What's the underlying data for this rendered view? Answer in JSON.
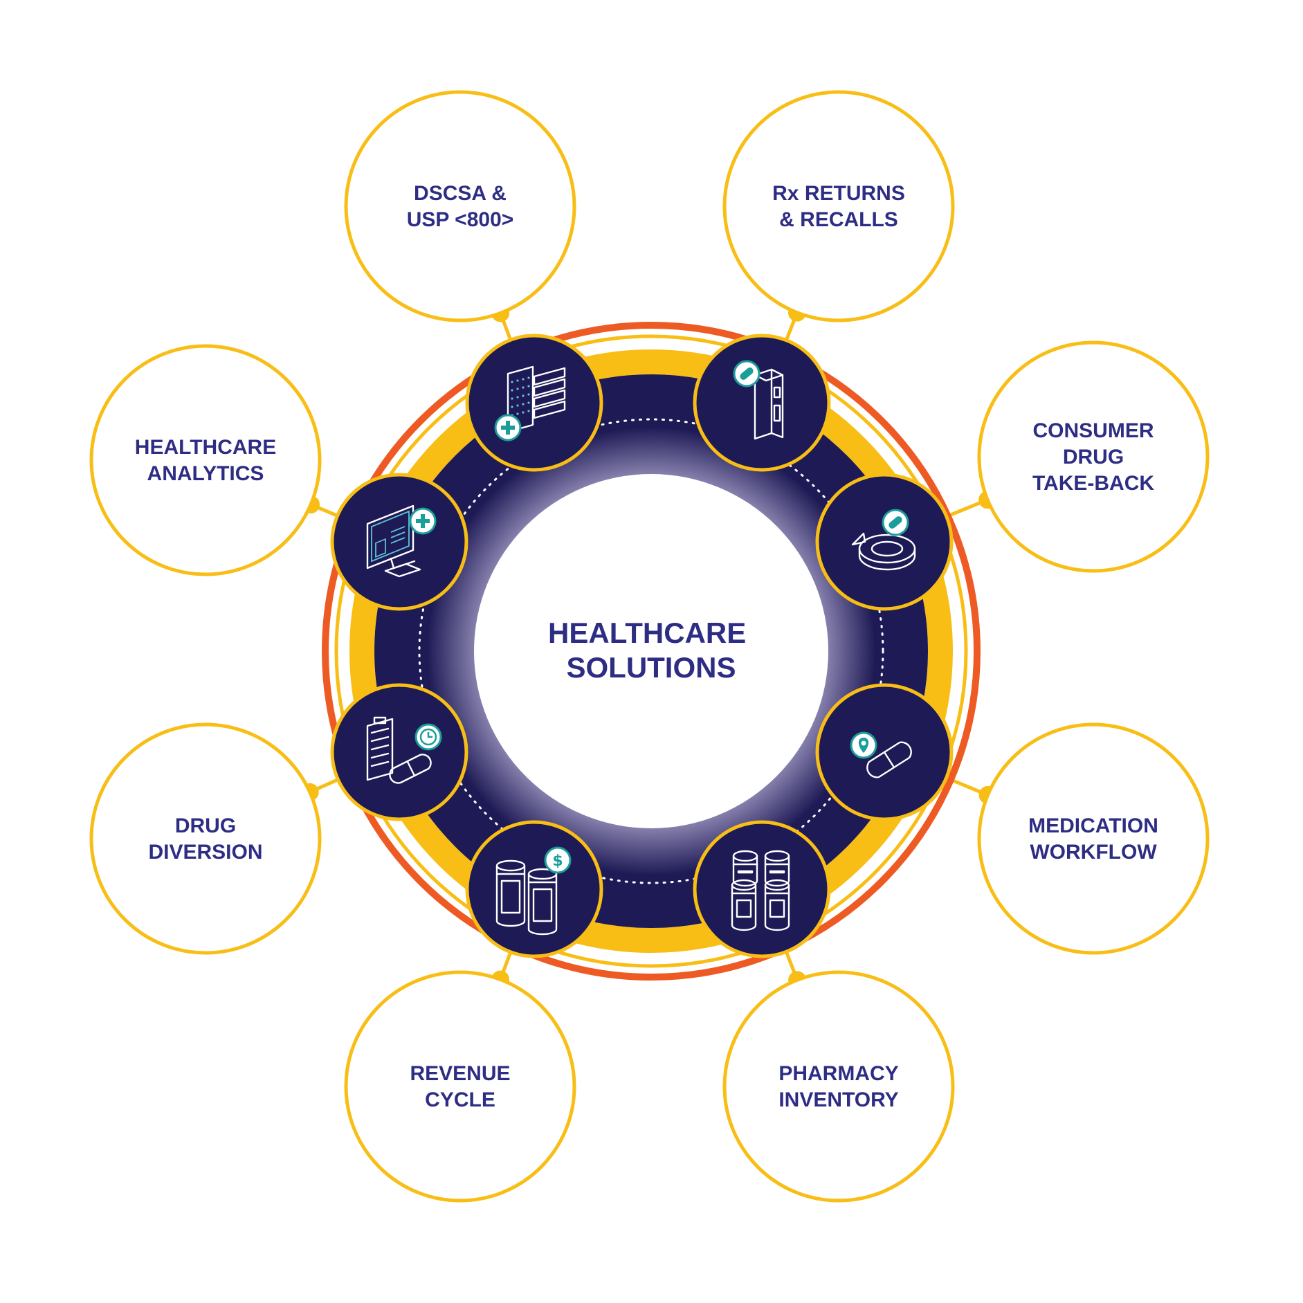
{
  "center": {
    "line1": "HEALTHCARE",
    "line2": "SOLUTIONS"
  },
  "nodes": [
    {
      "id": "dscsa",
      "lines": [
        "DSCSA &",
        "USP <800>"
      ],
      "icon": "document-stack-icon"
    },
    {
      "id": "rx-returns",
      "lines": [
        "Rx RETURNS",
        "& RECALLS"
      ],
      "icon": "pill-cabinet-icon"
    },
    {
      "id": "take-back",
      "lines": [
        "CONSUMER",
        "DRUG",
        "TAKE-BACK"
      ],
      "icon": "return-arrow-icon"
    },
    {
      "id": "medication-workflow",
      "lines": [
        "MEDICATION",
        "WORKFLOW"
      ],
      "icon": "pill-location-icon"
    },
    {
      "id": "pharmacy-inventory",
      "lines": [
        "PHARMACY",
        "INVENTORY"
      ],
      "icon": "pill-bottles-icon"
    },
    {
      "id": "revenue-cycle",
      "lines": [
        "REVENUE",
        "CYCLE"
      ],
      "icon": "bottles-dollar-icon"
    },
    {
      "id": "drug-diversion",
      "lines": [
        "DRUG",
        "DIVERSION"
      ],
      "icon": "clipboard-clock-icon"
    },
    {
      "id": "analytics",
      "lines": [
        "HEALTHCARE",
        "ANALYTICS"
      ],
      "icon": "monitor-plus-icon"
    }
  ],
  "colors": {
    "navy": "#1e1a55",
    "yellow": "#f8be16",
    "orange": "#ee5a24",
    "teal": "#1a9e9a",
    "text": "#2e2d84"
  }
}
